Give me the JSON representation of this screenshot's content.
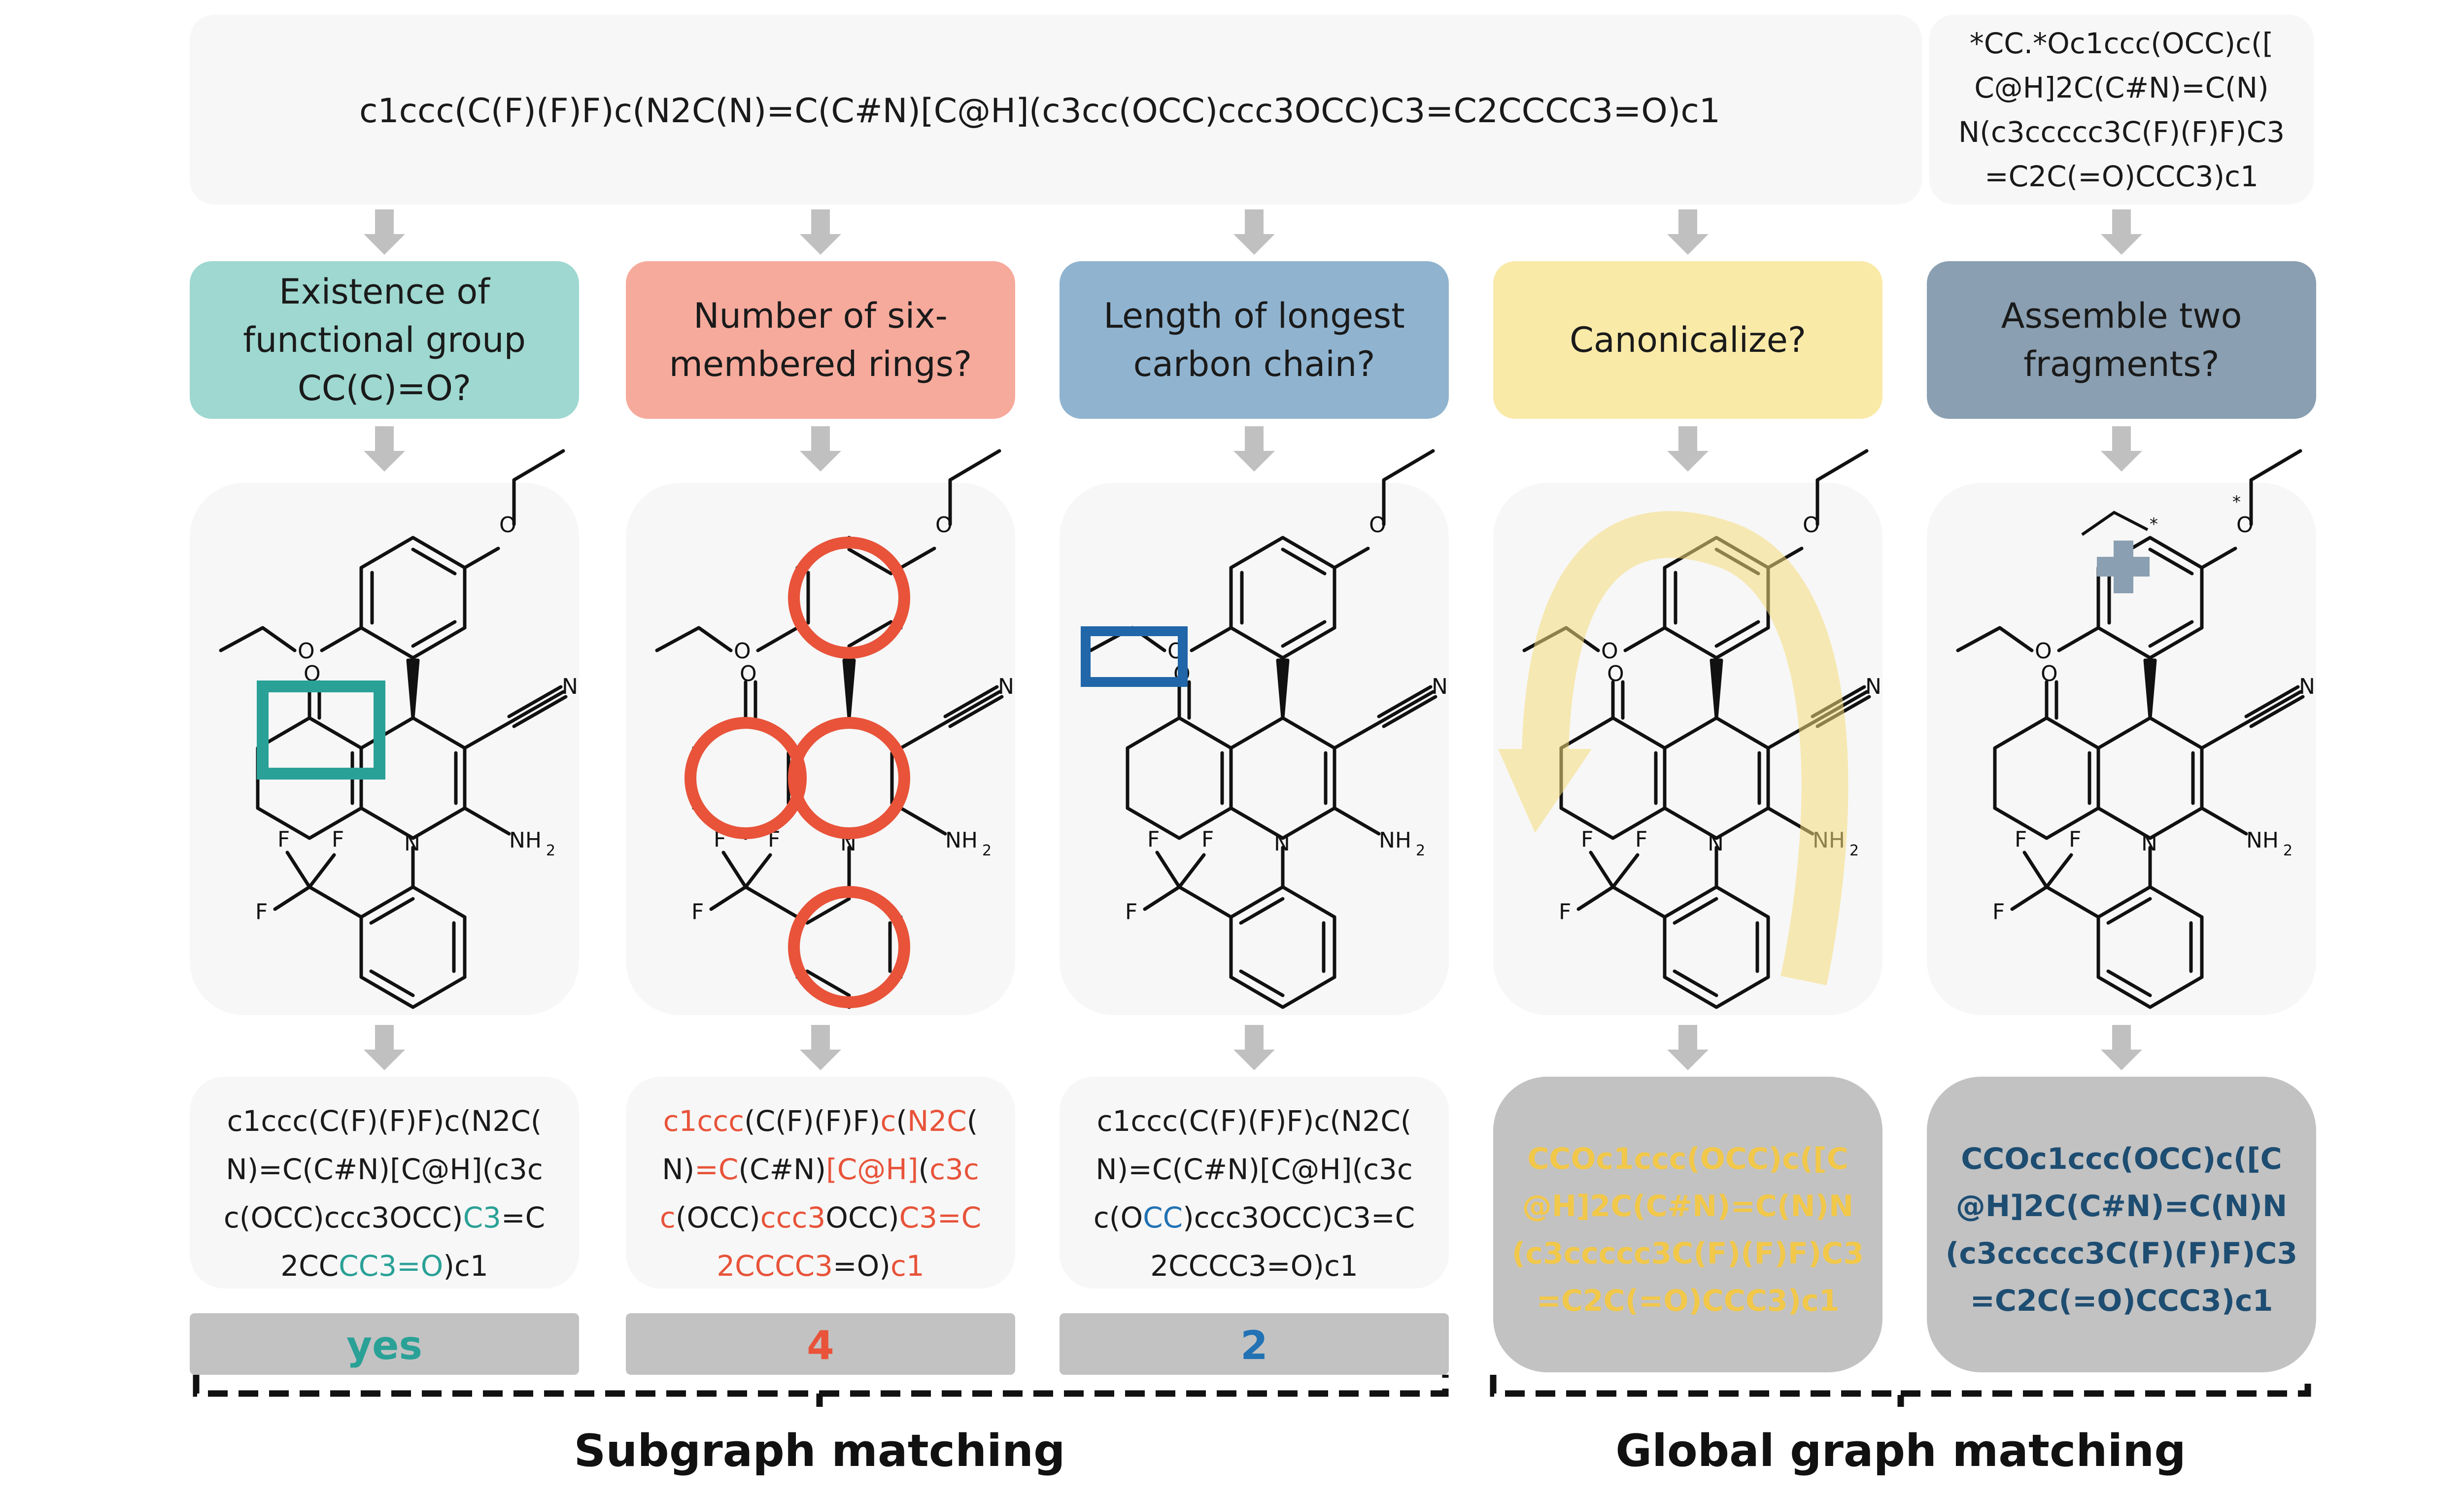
{
  "input_smiles": "c1ccc(C(F)(F)F)c(N2C(N)=C(C#N)[C@H](c3cc(OCC)ccc3OCC)C3=C2CCCC3=O)c1",
  "fragment_smiles": [
    "*CC.*Oc1ccc(OCC)c([",
    "C@H]2C(C#N)=C(N)",
    "N(c3ccccc3C(F)(F)F)C3",
    "=C2C(=O)CCC3)c1"
  ],
  "questions": [
    {
      "lines": [
        "Existence of",
        "functional group",
        "CC(C)=O?"
      ],
      "color": "#9ed8d0"
    },
    {
      "lines": [
        "Number of six-",
        "membered rings?"
      ],
      "color": "#f6aa9c"
    },
    {
      "lines": [
        "Length of longest",
        "carbon chain?"
      ],
      "color": "#90b4d0"
    },
    {
      "lines": [
        "Canonicalize?"
      ],
      "color": "#faeaa8"
    },
    {
      "lines": [
        "Assemble two",
        "fragments?"
      ],
      "color": "#8a9fb1"
    }
  ],
  "results": [
    {
      "lines": [
        [
          {
            "t": "c1ccc(C(F)(F)F)c(N2C(",
            "h": false
          }
        ],
        [
          {
            "t": "N)=C(C#N)[C@H](c3c",
            "h": false
          }
        ],
        [
          {
            "t": "c(OCC)ccc3OCC)",
            "h": false
          },
          {
            "t": "C3",
            "h": true
          },
          {
            "t": "=C",
            "h": false
          }
        ],
        [
          {
            "t": "2CC",
            "h": false
          },
          {
            "t": "CC3=O",
            "h": true
          },
          {
            "t": ")c1",
            "h": false
          }
        ]
      ],
      "highlight_color": "#2aa197"
    },
    {
      "lines": [
        [
          {
            "t": "c1ccc",
            "h": true
          },
          {
            "t": "(C(F)(F)F)",
            "h": false
          },
          {
            "t": "c",
            "h": true
          },
          {
            "t": "(",
            "h": false
          },
          {
            "t": "N2C",
            "h": true
          },
          {
            "t": "(",
            "h": false
          }
        ],
        [
          {
            "t": "N)",
            "h": false
          },
          {
            "t": "=C",
            "h": true
          },
          {
            "t": "(C#N)",
            "h": false
          },
          {
            "t": "[C@H]",
            "h": true
          },
          {
            "t": "(",
            "h": false
          },
          {
            "t": "c3c",
            "h": true
          }
        ],
        [
          {
            "t": "c",
            "h": true
          },
          {
            "t": "(OCC)",
            "h": false
          },
          {
            "t": "ccc3",
            "h": true
          },
          {
            "t": "OCC)",
            "h": false
          },
          {
            "t": "C3=C",
            "h": true
          }
        ],
        [
          {
            "t": "2CCCC3",
            "h": true
          },
          {
            "t": "=O)",
            "h": false
          },
          {
            "t": "c1",
            "h": true
          }
        ]
      ],
      "highlight_color": "#e8533a"
    },
    {
      "lines": [
        [
          {
            "t": "c1ccc(C(F)(F)F)c(N2C(",
            "h": false
          }
        ],
        [
          {
            "t": "N)=C(C#N)[C@H](c3c",
            "h": false
          }
        ],
        [
          {
            "t": "c(O",
            "h": false
          },
          {
            "t": "CC",
            "h": true
          },
          {
            "t": ")ccc3OCC)C3=C",
            "h": false
          }
        ],
        [
          {
            "t": "2CCCC3=O)c1",
            "h": false
          }
        ]
      ],
      "highlight_color": "#2272b4"
    },
    {
      "lines": [
        [
          {
            "t": "CCOc1ccc(OCC)c([C",
            "h": true
          }
        ],
        [
          {
            "t": "@H]2C(C#N)=C(N)N",
            "h": true
          }
        ],
        [
          {
            "t": "(c3ccccc3C(F)(F)F)C3",
            "h": true
          }
        ],
        [
          {
            "t": "=C2C(=O)CCC3)c1",
            "h": true
          }
        ]
      ],
      "highlight_color": "#f2c84b"
    },
    {
      "lines": [
        [
          {
            "t": "CCOc1ccc(OCC)c([C",
            "h": true
          }
        ],
        [
          {
            "t": "@H]2C(C#N)=C(N)N",
            "h": true
          }
        ],
        [
          {
            "t": "(c3ccccc3C(F)(F)F)C3",
            "h": true
          }
        ],
        [
          {
            "t": "=C2C(=O)CCC3)c1",
            "h": true
          }
        ]
      ],
      "highlight_color": "#1e4d72"
    }
  ],
  "answers": [
    {
      "text": "yes",
      "color": "#2aa197"
    },
    {
      "text": "4",
      "color": "#e8533a"
    },
    {
      "text": "2",
      "color": "#2272b4"
    }
  ],
  "groups": {
    "subgraph": "Subgraph matching",
    "global": "Global graph matching"
  },
  "atom_labels": {
    "O": "O",
    "N": "N",
    "F": "F",
    "NH2": "NH",
    "NH2_sub": "2",
    "star": "*"
  },
  "colors": {
    "box_bg": "#f7f7f7",
    "arrow": "#c0c0c0",
    "answer_bg": "#c2c2c2",
    "text": "#1a1a1a"
  }
}
